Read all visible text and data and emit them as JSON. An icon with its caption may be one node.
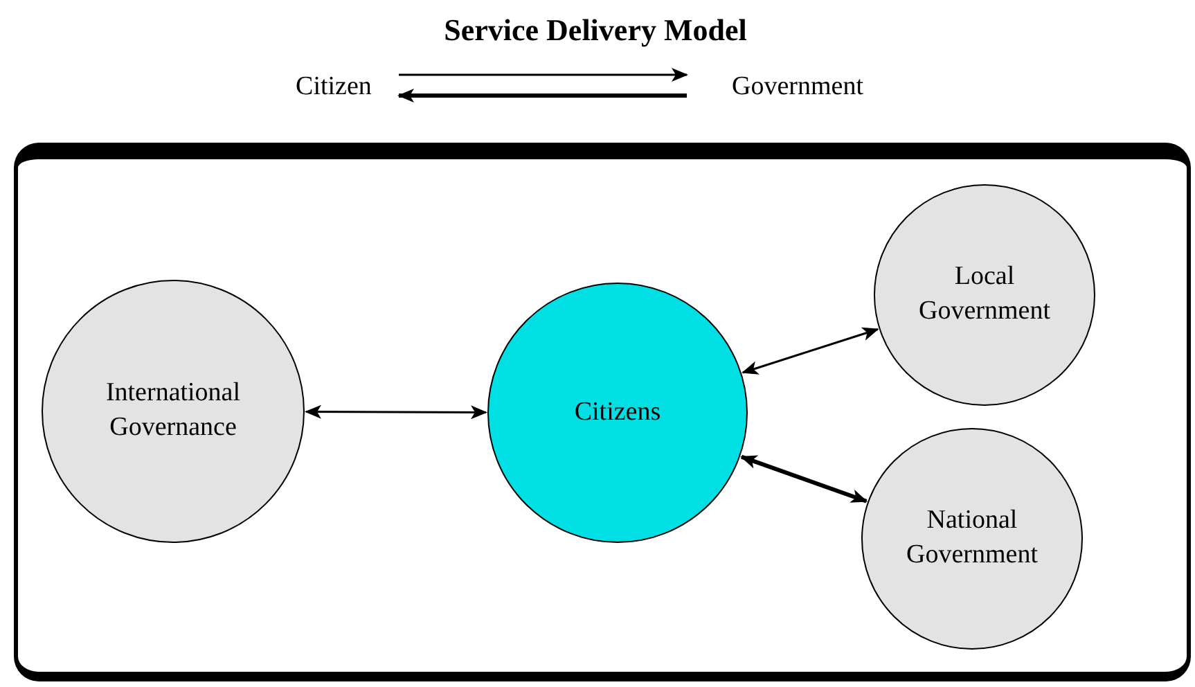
{
  "diagram": {
    "title": "Service Delivery Model",
    "nodes": [
      {
        "text": [
          "Citizen"
        ]
      },
      {
        "text": [
          "Government"
        ]
      },
      {
        "text": [],
        "shape": "box"
      },
      {
        "text": [
          "International Governance"
        ],
        "in": 2
      },
      {
        "text": [
          "Citizens"
        ],
        "in": 2
      },
      {
        "text": [
          "Local Government"
        ],
        "in": 2
      },
      {
        "text": [
          "National Government"
        ],
        "in": 2
      }
    ],
    "edges": [
      {
        "from": 0,
        "to": 1,
        "arrow": "to"
      },
      {
        "from": 1,
        "to": 0,
        "arrow": "to",
        "style": "thick"
      },
      {
        "from": 3,
        "to": 4,
        "arrow": "both"
      },
      {
        "from": 4,
        "to": 5,
        "arrow": "both"
      },
      {
        "from": 4,
        "to": 6,
        "arrow": "both",
        "style": "thick"
      }
    ]
  }
}
